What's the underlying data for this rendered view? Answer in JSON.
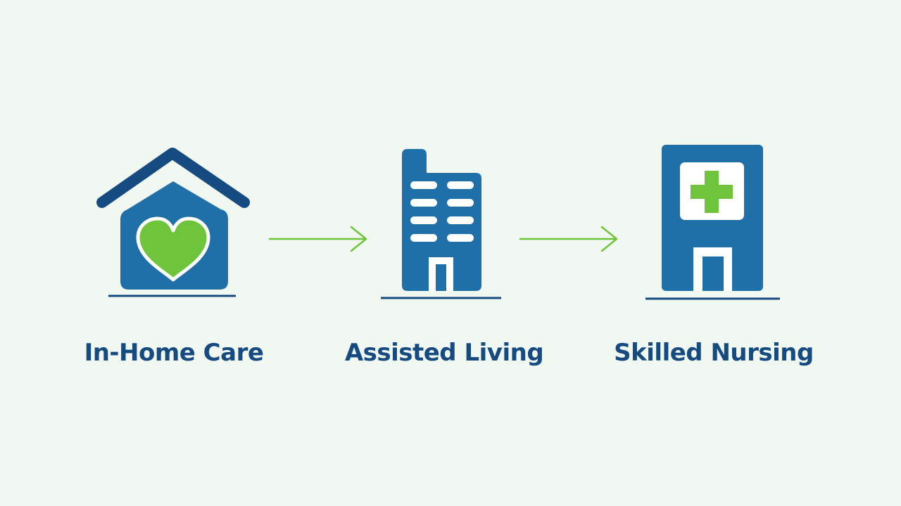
{
  "colors": {
    "background": "#f1f7f1",
    "primary_blue": "#1f6fa8",
    "dark_blue": "#154b80",
    "accent_green": "#6ec43a",
    "white": "#ffffff"
  },
  "icons": {
    "in_home_care": "house-heart-icon",
    "assisted_living": "apartment-building-icon",
    "skilled_nursing": "hospital-icon",
    "connector": "arrow-right-icon"
  },
  "stages": [
    {
      "label": "In-Home Care"
    },
    {
      "label": "Assisted Living"
    },
    {
      "label": "Skilled Nursing"
    }
  ]
}
